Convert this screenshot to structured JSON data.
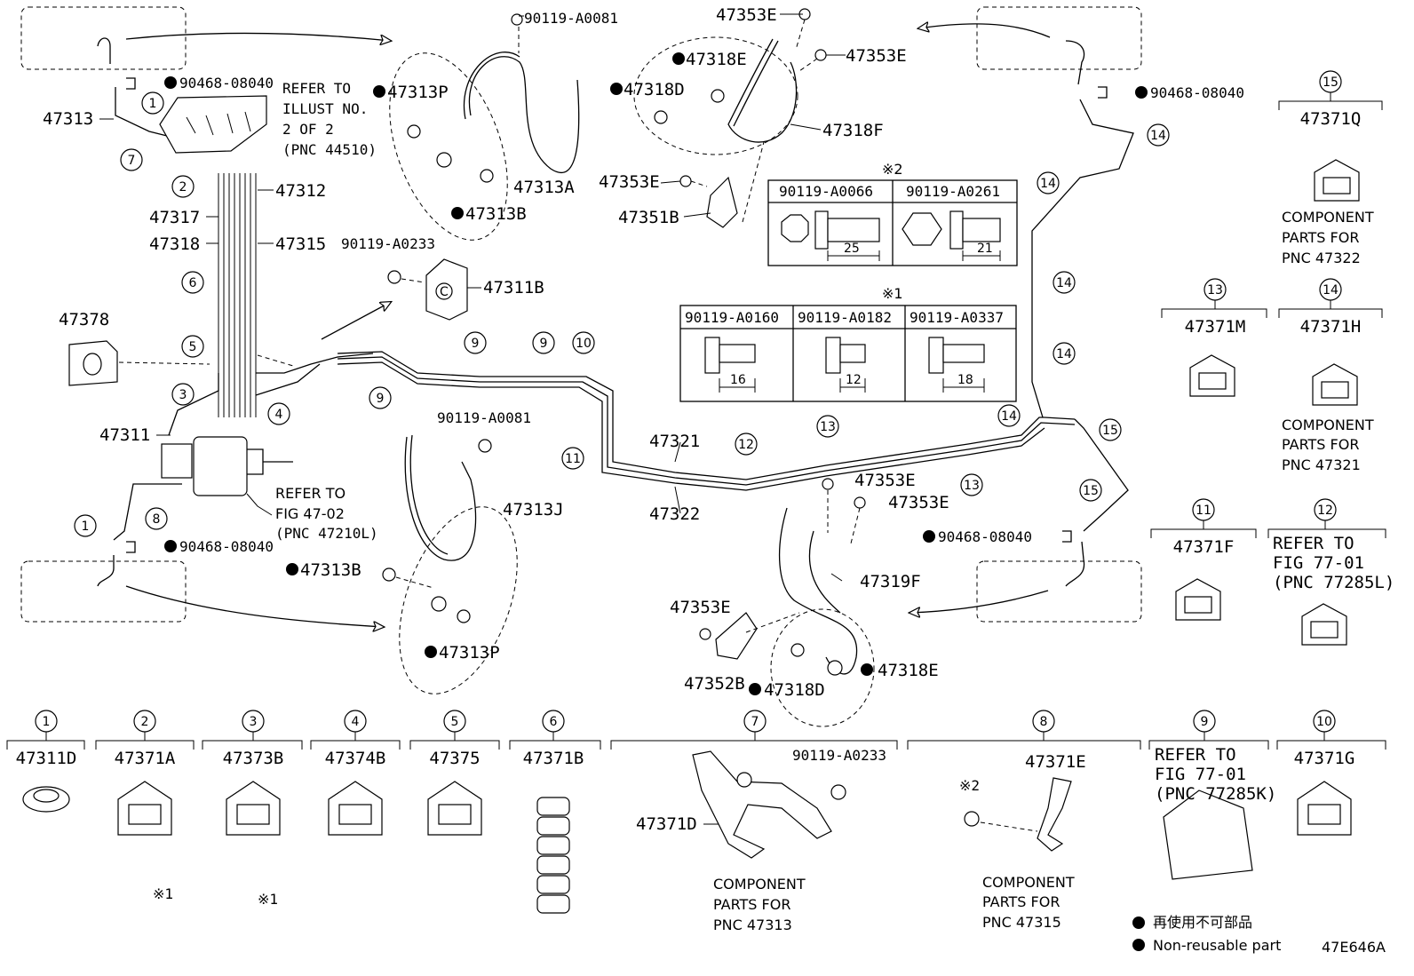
{
  "labels": {
    "p47313": "47313",
    "p47312": "47312",
    "p47317": "47317",
    "p47318": "47318",
    "p47315": "47315",
    "p47378": "47378",
    "p47311": "47311",
    "p47311b": "47311B",
    "p47313a": "47313A",
    "p47313b_top": "47313B",
    "p47313p_top": "47313P",
    "p47313j": "47313J",
    "p47313b_bot": "47313B",
    "p47313p_bot": "47313P",
    "p47321": "47321",
    "p47322": "47322",
    "p47318e_top": "47318E",
    "p47318d_top": "47318D",
    "p47318f": "47318F",
    "p47351b": "47351B",
    "p47353e_1": "47353E",
    "p47353e_2": "47353E",
    "p47353e_3": "47353E",
    "p47353e_4": "47353E",
    "p47353e_5": "47353E",
    "p47353e_6": "47353E",
    "p47319f": "47319F",
    "p47352b": "47352B",
    "p47318d_bot": "47318D",
    "p47318e_bot": "47318E",
    "b90119_a0081_top": "90119-A0081",
    "b90119_a0081_mid": "90119-A0081",
    "b90119_a0233_mid": "90119-A0233",
    "b90119_a0233_bot": "90119-A0233",
    "c90468_a": "90468-08040",
    "c90468_b": "90468-08040",
    "c90468_c": "90468-08040",
    "c90468_d": "90468-08040",
    "refer_illust": [
      "REFER TO",
      "ILLUST NO.",
      "2 OF 2",
      "(PNC 44510)"
    ],
    "refer_fig4702": [
      "REFER TO",
      "FIG 47-02",
      "(PNC 47210L)"
    ],
    "code": "47E646A"
  },
  "callouts_main": [
    "1",
    "7",
    "2",
    "6",
    "5",
    "3",
    "4",
    "8",
    "1",
    "9",
    "9",
    "9",
    "10",
    "11",
    "12",
    "13",
    "13",
    "14",
    "14",
    "14",
    "14",
    "14",
    "15",
    "15"
  ],
  "table1": {
    "mark": "※1",
    "headers": [
      "90119-A0160",
      "90119-A0182",
      "90119-A0337"
    ],
    "dims": [
      "16",
      "12",
      "18"
    ]
  },
  "table2": {
    "mark": "※2",
    "headers": [
      "90119-A0066",
      "90119-A0261"
    ],
    "dims": [
      "25",
      "21"
    ]
  },
  "legend_parts": [
    {
      "num": "1",
      "pn": "47311D"
    },
    {
      "num": "2",
      "pn": "47371A"
    },
    {
      "num": "3",
      "pn": "47373B"
    },
    {
      "num": "4",
      "pn": "47374B"
    },
    {
      "num": "5",
      "pn": "47375"
    },
    {
      "num": "6",
      "pn": "47371B"
    },
    {
      "num": "7",
      "pn": "47371D"
    },
    {
      "num": "8",
      "pn": "47371E"
    },
    {
      "num": "9",
      "pn": "REFER TO"
    },
    {
      "num": "10",
      "pn": "47371G"
    },
    {
      "num": "11",
      "pn": "47371F"
    },
    {
      "num": "12",
      "pn": "REFER TO"
    },
    {
      "num": "13",
      "pn": "47371M"
    },
    {
      "num": "14",
      "pn": "47371H"
    },
    {
      "num": "15",
      "pn": "47371Q"
    }
  ],
  "mark1": "※1",
  "mark2": "※2",
  "refer9": [
    "REFER TO",
    "FIG 77-01",
    "(PNC 77285K)"
  ],
  "refer12": [
    "REFER TO",
    "FIG 77-01",
    "(PNC 77285L)"
  ],
  "comp_parts": {
    "p47322": [
      "COMPONENT",
      "PARTS FOR",
      "PNC 47322"
    ],
    "p47321": [
      "COMPONENT",
      "PARTS FOR",
      "PNC 47321"
    ],
    "p47313": [
      "COMPONENT",
      "PARTS FOR",
      "PNC 47313"
    ],
    "p47315": [
      "COMPONENT",
      "PARTS FOR",
      "PNC 47315"
    ]
  },
  "legend_note": {
    "jp": "再使用不可部品",
    "en": "Non-reusable part"
  }
}
